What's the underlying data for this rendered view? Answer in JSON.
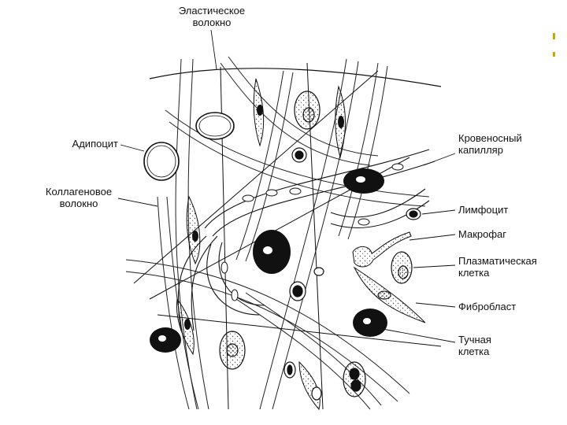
{
  "labels": {
    "elastic_fiber": [
      "Эластическое",
      "волокно"
    ],
    "adipocyte": [
      "Адипоцит"
    ],
    "collagen_fiber": [
      "Коллагеновое",
      "волокно"
    ],
    "blood_capillary": [
      "Кровеносный",
      "капилляр"
    ],
    "lymphocyte": [
      "Лимфоцит"
    ],
    "macrophage": [
      "Макрофаг"
    ],
    "plasma_cell": [
      "Плазматическая",
      "клетка"
    ],
    "fibroblast": [
      "Фибробласт"
    ],
    "mast_cell": [
      "Тучная",
      "клетка"
    ]
  }
}
